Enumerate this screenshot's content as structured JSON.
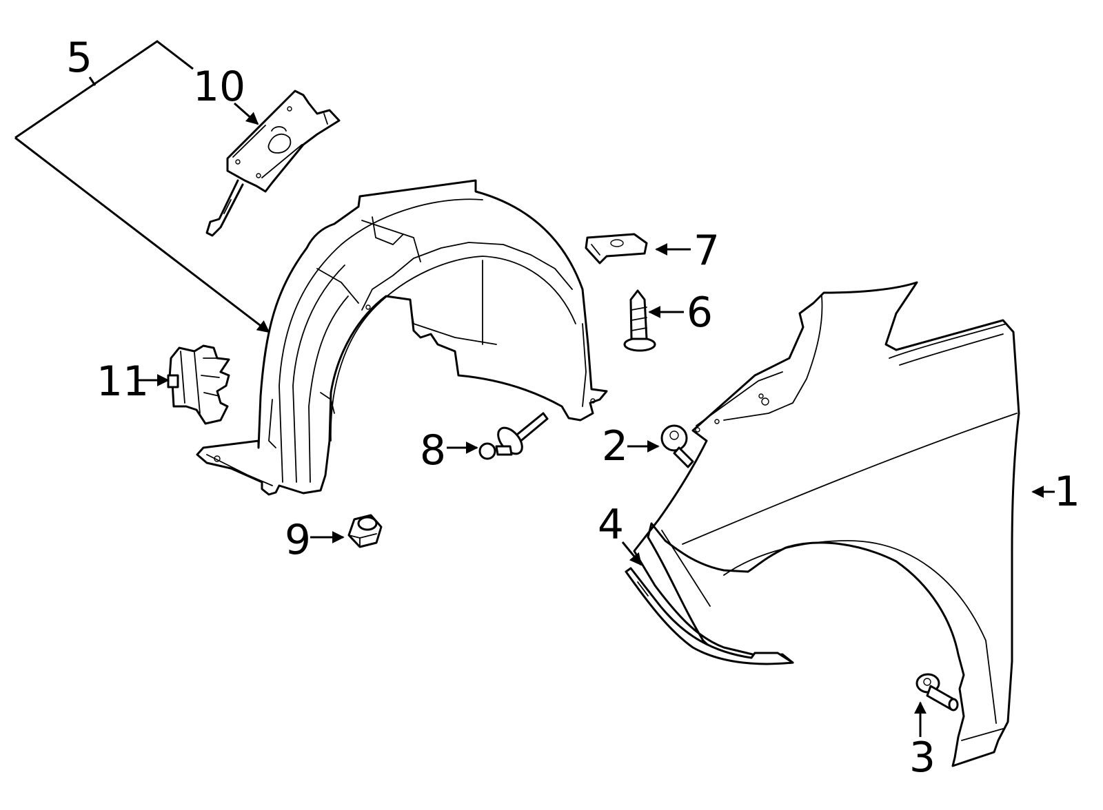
{
  "callouts": {
    "c1": "1",
    "c2": "2",
    "c3": "3",
    "c4": "4",
    "c5": "5",
    "c6": "6",
    "c7": "7",
    "c8": "8",
    "c9": "9",
    "c10": "10",
    "c11": "11"
  },
  "colors": {
    "ink": "#000000",
    "paper": "#ffffff"
  }
}
